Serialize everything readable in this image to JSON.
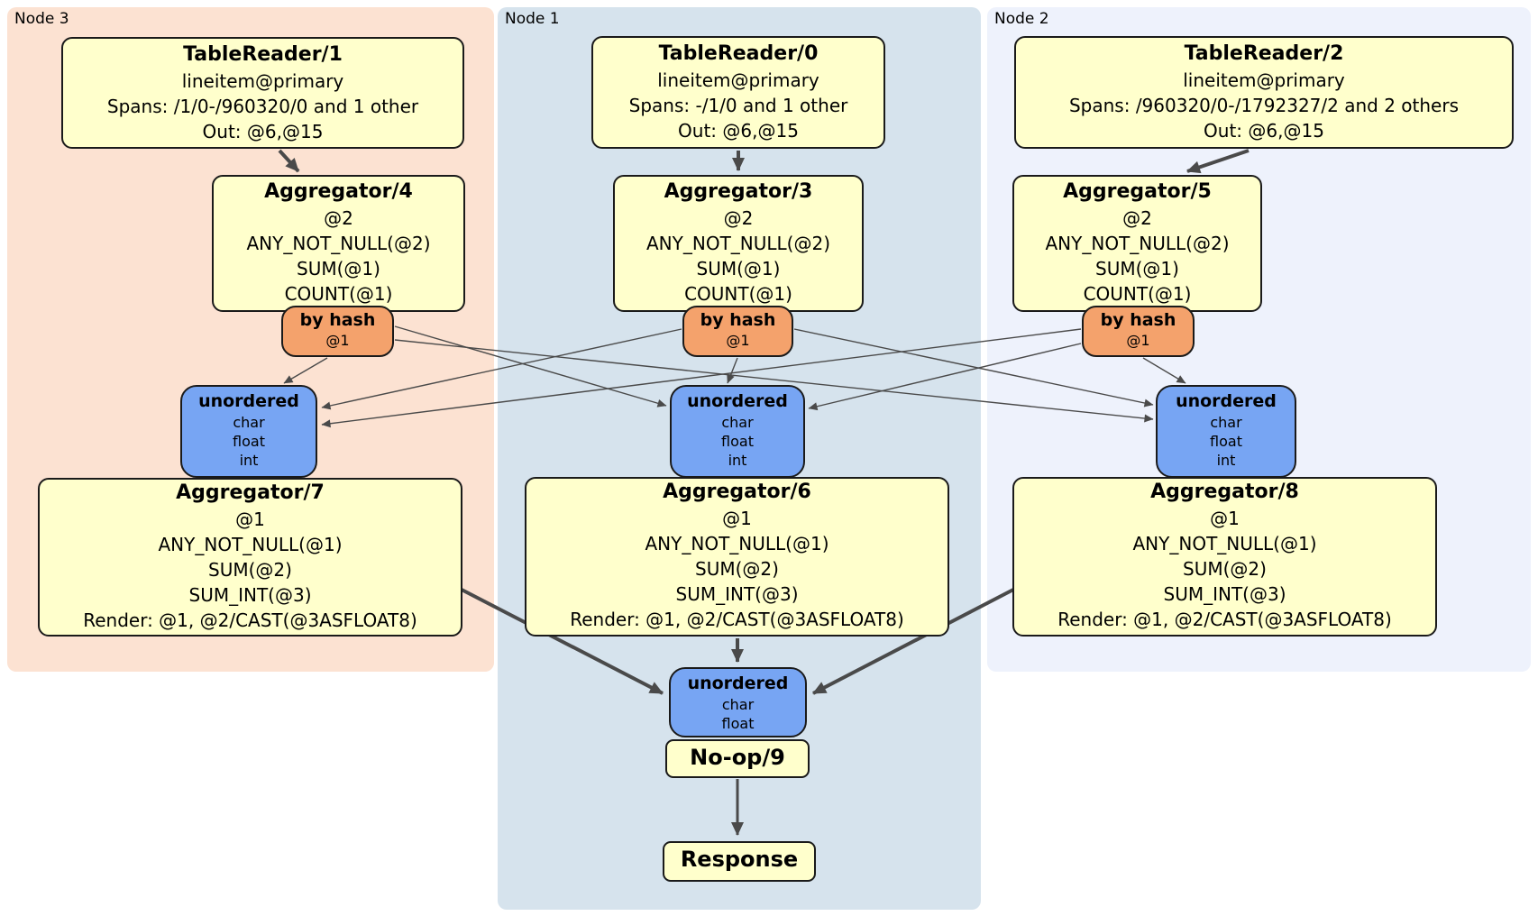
{
  "nodes": [
    {
      "label": "Node 3"
    },
    {
      "label": "Node 1"
    },
    {
      "label": "Node 2"
    }
  ],
  "boxes": {
    "tr1": {
      "title": "TableReader/1",
      "line1": "lineitem@primary",
      "line2": "Spans: /1/0-/960320/0 and 1 other",
      "line3": "Out: @6,@15"
    },
    "tr0": {
      "title": "TableReader/0",
      "line1": "lineitem@primary",
      "line2": "Spans: -/1/0 and 1 other",
      "line3": "Out: @6,@15"
    },
    "tr2": {
      "title": "TableReader/2",
      "line1": "lineitem@primary",
      "line2": "Spans: /960320/0-/1792327/2 and 2 others",
      "line3": "Out: @6,@15"
    },
    "agg4": {
      "title": "Aggregator/4",
      "line1": "@2",
      "line2": "ANY_NOT_NULL(@2)",
      "line3": "SUM(@1)",
      "line4": "COUNT(@1)"
    },
    "agg3": {
      "title": "Aggregator/3",
      "line1": "@2",
      "line2": "ANY_NOT_NULL(@2)",
      "line3": "SUM(@1)",
      "line4": "COUNT(@1)"
    },
    "agg5": {
      "title": "Aggregator/5",
      "line1": "@2",
      "line2": "ANY_NOT_NULL(@2)",
      "line3": "SUM(@1)",
      "line4": "COUNT(@1)"
    },
    "router3": {
      "title": "by hash",
      "arg": "@1"
    },
    "router1": {
      "title": "by hash",
      "arg": "@1"
    },
    "router2": {
      "title": "by hash",
      "arg": "@1"
    },
    "sync3": {
      "title": "unordered",
      "types": [
        "char",
        "float",
        "int"
      ]
    },
    "sync1": {
      "title": "unordered",
      "types": [
        "char",
        "float",
        "int"
      ]
    },
    "sync2": {
      "title": "unordered",
      "types": [
        "char",
        "float",
        "int"
      ]
    },
    "agg7": {
      "title": "Aggregator/7",
      "line1": "@1",
      "line2": "ANY_NOT_NULL(@1)",
      "line3": "SUM(@2)",
      "line4": "SUM_INT(@3)",
      "line5": "Render: @1, @2/CAST(@3ASFLOAT8)"
    },
    "agg6": {
      "title": "Aggregator/6",
      "line1": "@1",
      "line2": "ANY_NOT_NULL(@1)",
      "line3": "SUM(@2)",
      "line4": "SUM_INT(@3)",
      "line5": "Render: @1, @2/CAST(@3ASFLOAT8)"
    },
    "agg8": {
      "title": "Aggregator/8",
      "line1": "@1",
      "line2": "ANY_NOT_NULL(@1)",
      "line3": "SUM(@2)",
      "line4": "SUM_INT(@3)",
      "line5": "Render: @1, @2/CAST(@3ASFLOAT8)"
    },
    "syncFinal": {
      "title": "unordered",
      "types": [
        "char",
        "float"
      ]
    },
    "noop": {
      "title": "No-op/9"
    },
    "response": {
      "title": "Response"
    }
  },
  "edges": [
    {
      "from": "TableReader/1",
      "to": "Aggregator/4",
      "kind": "flow"
    },
    {
      "from": "TableReader/0",
      "to": "Aggregator/3",
      "kind": "flow"
    },
    {
      "from": "TableReader/2",
      "to": "Aggregator/5",
      "kind": "flow"
    },
    {
      "from": "byhash-node3",
      "to": "unordered-node3",
      "kind": "route"
    },
    {
      "from": "byhash-node3",
      "to": "unordered-node1",
      "kind": "route"
    },
    {
      "from": "byhash-node3",
      "to": "unordered-node2",
      "kind": "route"
    },
    {
      "from": "byhash-node1",
      "to": "unordered-node1",
      "kind": "route"
    },
    {
      "from": "byhash-node1",
      "to": "unordered-node3",
      "kind": "route"
    },
    {
      "from": "byhash-node1",
      "to": "unordered-node2",
      "kind": "route"
    },
    {
      "from": "byhash-node2",
      "to": "unordered-node2",
      "kind": "route"
    },
    {
      "from": "byhash-node2",
      "to": "unordered-node3",
      "kind": "route"
    },
    {
      "from": "byhash-node2",
      "to": "unordered-node1",
      "kind": "route"
    },
    {
      "from": "Aggregator/7",
      "to": "unordered-final",
      "kind": "flow"
    },
    {
      "from": "Aggregator/6",
      "to": "unordered-final",
      "kind": "flow"
    },
    {
      "from": "Aggregator/8",
      "to": "unordered-final",
      "kind": "flow"
    },
    {
      "from": "No-op/9",
      "to": "Response",
      "kind": "flow"
    }
  ],
  "colors": {
    "panel_node3": "#fce2d2",
    "panel_node1": "#d6e3ed",
    "panel_node2": "#eef2fc",
    "processor_fill": "#ffffcc",
    "router_fill": "#f4a26c",
    "sync_fill": "#77a5f3",
    "edge": "#4a4a4a"
  }
}
